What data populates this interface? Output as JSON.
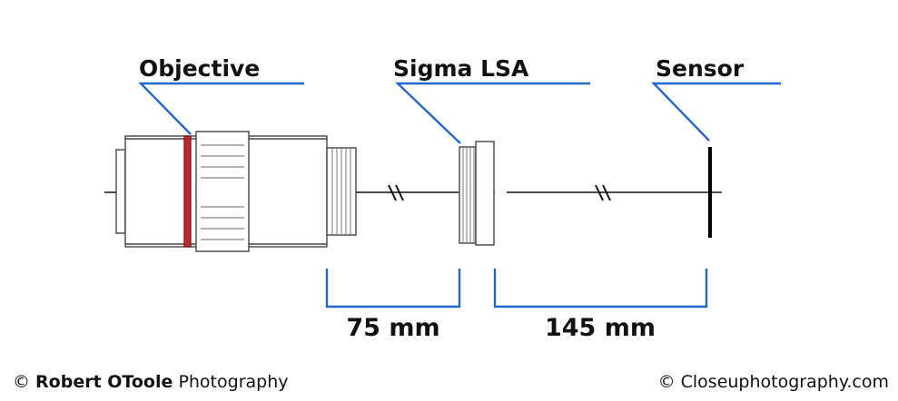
{
  "labels": {
    "objective": "Objective",
    "lsa": "Sigma LSA",
    "sensor": "Sensor"
  },
  "dimensions": {
    "first": "75 mm",
    "second": "145 mm"
  },
  "footer": {
    "left_symbol": "©",
    "left_name": "Robert OToole",
    "left_suffix": "Photography",
    "right_symbol": "©",
    "right_site": "Closeuphotography.com"
  },
  "colors": {
    "callout_blue": "#2266cc",
    "accent_red": "#c0262c",
    "lens_outline": "#444444"
  }
}
